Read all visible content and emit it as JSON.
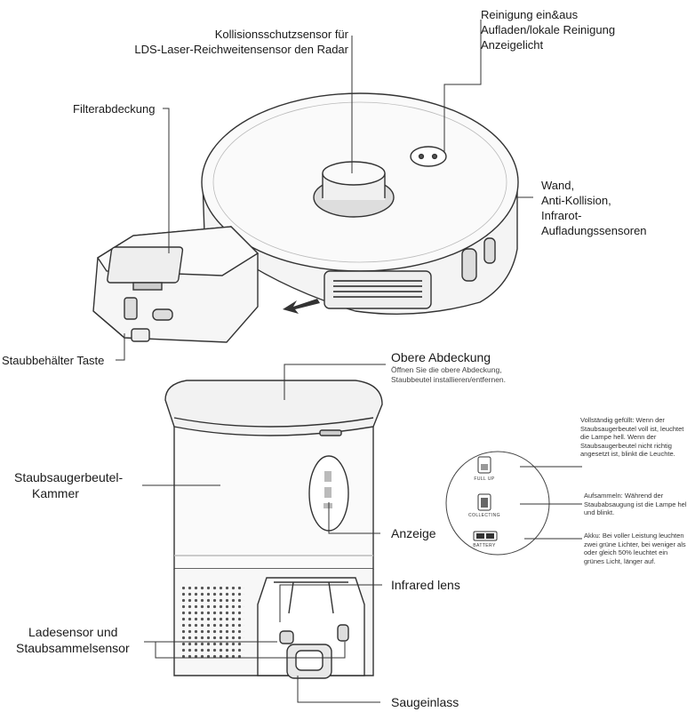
{
  "labels": {
    "robot_buttons": [
      "Reinigung ein&aus",
      "Aufladen/lokale Reinigung",
      "Anzeigelicht"
    ],
    "collision_sensor": [
      "Kollisionsschutzsensor für",
      "LDS-Laser-Reichweitensensor den Radar"
    ],
    "filter_cover": "Filterabdeckung",
    "wall_sensors": [
      "Wand,",
      "Anti-Kollision,",
      "Infrarot-",
      "Aufladungssensoren"
    ],
    "dust_bin_button": "Staubbehälter Taste",
    "top_cover": "Obere Abdeckung",
    "top_cover_note": [
      "Öffnen Sie die obere Abdeckung,",
      "Staubbeutel installieren/entfernen."
    ],
    "bag_chamber": [
      "Staubsaugerbeutel-",
      "Kammer"
    ],
    "indicator": "Anzeige",
    "infrared_lens": "Infrared lens",
    "charge_sensor": [
      "Ladesensor und",
      "Staubsammelsensor"
    ],
    "suction_inlet": "Saugeinlass"
  },
  "indicator_panel": {
    "full_up_label": "FULL UP",
    "collecting_label": "COLLECTING",
    "battery_label": "BATTERY",
    "full_up_text": "Vollständig gefüllt: Wenn der Staubsaugerbeutel voll ist, leuchtet die Lampe hell. Wenn der Staubsaugerbeutel nicht richtig angesetzt ist, blinkt die Leuchte.",
    "collecting_text": "Aufsammeln: Während der Staubabsaugung ist die Lampe hell und blinkt.",
    "battery_text": "Akku: Bei voller Leistung leuchten zwei grüne Lichter, bei weniger als oder gleich 50% leuchtet ein grünes Licht, länger auf."
  }
}
